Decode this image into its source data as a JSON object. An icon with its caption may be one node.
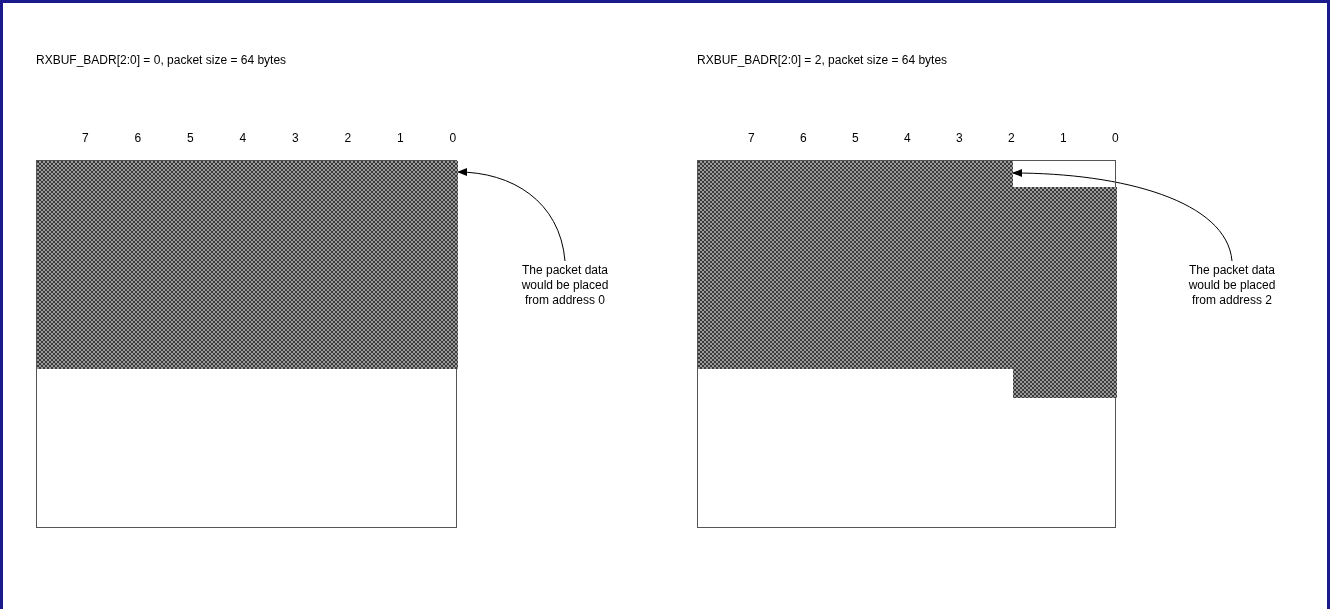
{
  "diagram": {
    "nodes": [
      {
        "text": [],
        "shape": "box"
      },
      {
        "text": [],
        "shape": "box",
        "in": 0
      },
      {
        "text": [
          "The packet data would be placed from address 0"
        ]
      },
      {
        "text": [],
        "shape": "box"
      },
      {
        "text": [],
        "shape": "box",
        "in": 3
      },
      {
        "text": [
          "The packet data would be placed from address 2"
        ]
      }
    ],
    "edges": [
      {
        "from": 2,
        "to": 1,
        "arrow": "to"
      },
      {
        "from": 5,
        "to": 4,
        "arrow": "to"
      }
    ],
    "labels": [
      "RXBUF_BADR[2:0] = 0, packet size = 64 bytes",
      "RXBUF_BADR[2:0] = 2, packet size = 64 bytes",
      "7",
      "6",
      "5",
      "4",
      "3",
      "2",
      "1",
      "0",
      "7",
      "6",
      "5",
      "4",
      "3",
      "2",
      "1",
      "0"
    ]
  }
}
